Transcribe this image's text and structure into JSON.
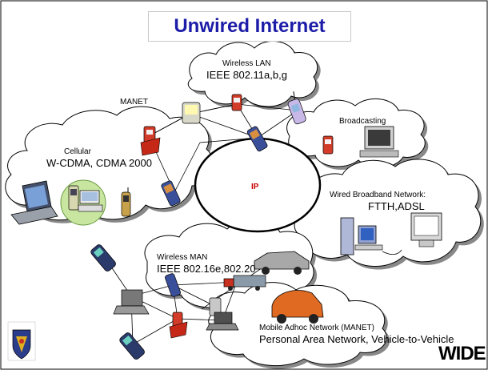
{
  "title": "Unwired Internet",
  "labels": {
    "wireless_lan": "Wireless LAN",
    "wireless_lan_std": "IEEE 802.11a,b,g",
    "manet": "MANET",
    "broadcasting": "Broadcasting",
    "cellular": "Cellular",
    "cellular_std": "W-CDMA, CDMA 2000",
    "ip": "IP",
    "wired_broadband": "Wired Broadband Network:",
    "wired_broadband_std": "FTTH,ADSL",
    "wireless_man": "Wireless MAN",
    "wireless_man_std": "IEEE 802.16e,802.20",
    "mobile_adhoc": "Mobile Adhoc Network (MANET)",
    "pan_v2v": "Personal Area Network, Vehicle-to-Vehicle"
  },
  "logo_text": "WIDE",
  "colors": {
    "title": "#1c1ca8",
    "cloud_fill": "#ffffff",
    "cloud_stroke": "#000000",
    "ip_label": "#cc0000",
    "link_line": "#000000"
  }
}
